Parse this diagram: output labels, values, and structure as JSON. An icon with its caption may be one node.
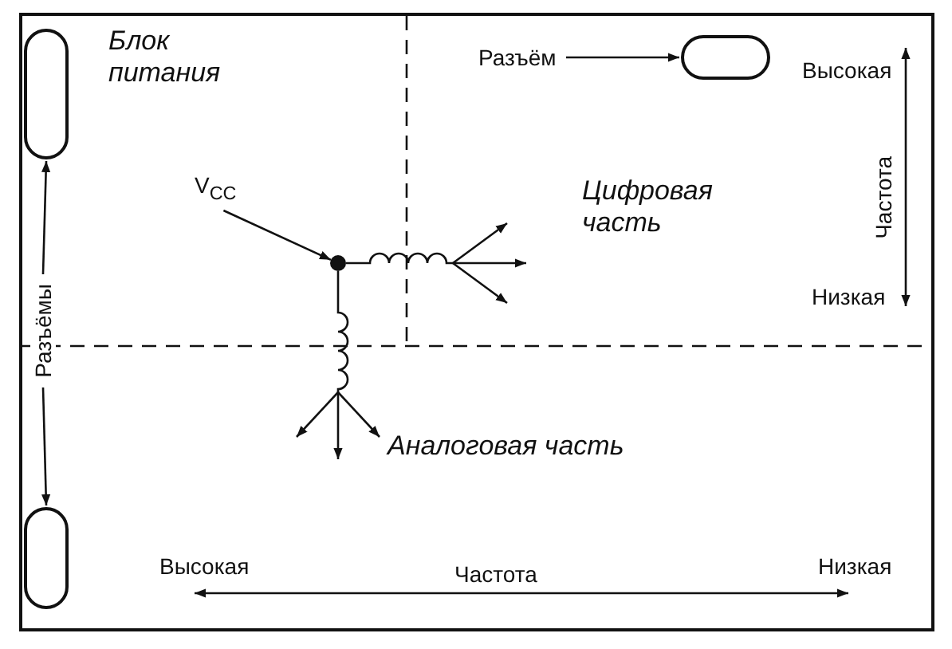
{
  "diagram": {
    "nodes": [
      {
        "text": [],
        "shape": "box"
      },
      {
        "text": [
          "Разъёмы"
        ]
      },
      {
        "text": [],
        "shape": "box"
      },
      {
        "text": [
          "Разъём"
        ]
      },
      {
        "text": [],
        "shape": "box"
      },
      {
        "text": [
          "V$_{CC}$"
        ]
      },
      {
        "text": [],
        "shape": "circle"
      }
    ],
    "edges": [
      {
        "from": 1,
        "to": 0,
        "arrow": "to"
      },
      {
        "from": 1,
        "to": 2,
        "arrow": "to"
      },
      {
        "from": 3,
        "to": 4,
        "arrow": "to"
      },
      {
        "from": 5,
        "to": 6,
        "arrow": "to"
      }
    ],
    "labels": [
      "Блок питания",
      "Высокая",
      "Цифровая часть",
      "Частота",
      "Низкая",
      "Аналоговая часть",
      "Высокая",
      "Частота",
      "Низкая"
    ]
  }
}
